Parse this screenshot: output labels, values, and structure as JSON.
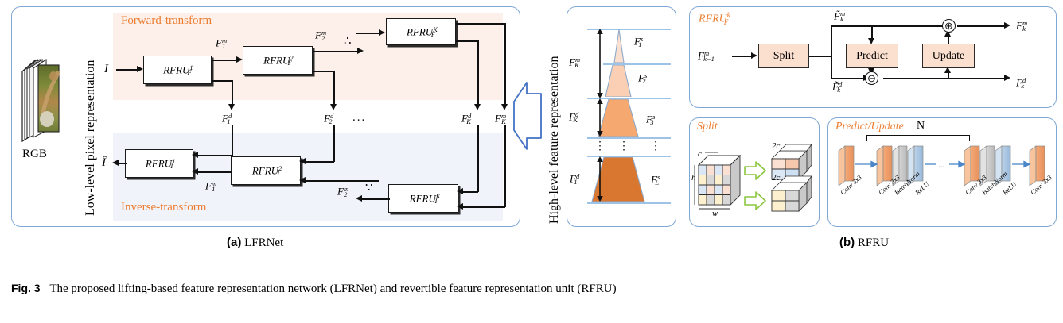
{
  "figure": {
    "caption_label": "Fig. 3",
    "caption_text": "The proposed lifting-based feature representation network (LFRNet) and revertible feature representation unit (RFRU)"
  },
  "subcaptions": {
    "a_tag": "(a)",
    "a_text": "LFRNet",
    "b_tag": "(b)",
    "b_text": "RFRU"
  },
  "panel_a": {
    "left_axis_label": "Low-level pixel  representation",
    "right_axis_label": "High-level feature representation",
    "rgb_label": "RGB",
    "zone_forward": "Forward-transform",
    "zone_inverse": "Inverse-transform",
    "input_symbol": "I",
    "output_symbol": "Î",
    "forward_units": [
      {
        "name": "RFRU",
        "sub": "F",
        "sup": "1"
      },
      {
        "name": "RFRU",
        "sub": "F",
        "sup": "2"
      },
      {
        "name": "RFRU",
        "sub": "F",
        "sup": "K"
      }
    ],
    "inverse_units": [
      {
        "name": "RFRU",
        "sub": "I",
        "sup": "1"
      },
      {
        "name": "RFRU",
        "sub": "I",
        "sup": "2"
      },
      {
        "name": "RFRU",
        "sub": "I",
        "sup": "K"
      }
    ],
    "signals": {
      "f1m": {
        "base": "F",
        "sub": "1",
        "sup": "m"
      },
      "f2m": {
        "base": "F",
        "sub": "2",
        "sup": "m"
      },
      "fKm": {
        "base": "F",
        "sub": "K",
        "sup": "m"
      },
      "f1d": {
        "base": "F",
        "sub": "1",
        "sup": "d"
      },
      "f2d": {
        "base": "F",
        "sub": "2",
        "sup": "d"
      },
      "fKd": {
        "base": "F",
        "sub": "K",
        "sup": "d"
      }
    },
    "ellipsis": "...",
    "diag_dots": "∴"
  },
  "pyramid": {
    "bands": [
      {
        "label_base": "F",
        "label_sub": "K",
        "label_sup": "m"
      },
      {
        "label_base": "F",
        "label_sub": "K",
        "label_sup": "d"
      },
      {
        "label_base": "F",
        "label_sub": "1",
        "label_sup": "d"
      }
    ],
    "shapes": [
      {
        "base": "F",
        "sub": "1",
        "sup": "s",
        "color": "#FBE0D0"
      },
      {
        "base": "F",
        "sub": "2",
        "sup": "s",
        "color": "#FBCFB3"
      },
      {
        "base": "F",
        "sub": "3",
        "sup": "s",
        "color": "#F6A871"
      },
      {
        "base": "F",
        "sub": "L",
        "sup": "s",
        "color": "#D9762F"
      }
    ],
    "vdots": "⋮"
  },
  "panel_rfru": {
    "title": {
      "base": "RFRU",
      "sub": "F",
      "sup": "k"
    },
    "input": {
      "base": "F",
      "sub": "k−1",
      "sup": "m"
    },
    "split_label": "Split",
    "predict_label": "Predict",
    "update_label": "Update",
    "tilde_fm": {
      "base": "F̃",
      "sub": "k",
      "sup": "m"
    },
    "tilde_fd": {
      "base": "F̃",
      "sub": "k",
      "sup": "d"
    },
    "out_fm": {
      "base": "F",
      "sub": "k",
      "sup": "m"
    },
    "out_fd": {
      "base": "F",
      "sub": "k",
      "sup": "d"
    },
    "op_plus": "⊕",
    "op_minus": "⊖"
  },
  "panel_split": {
    "title": "Split",
    "dim_c": "c",
    "dim_h": "h",
    "dim_w": "w",
    "out_top": "2c",
    "out_bottom": "2c"
  },
  "panel_predict": {
    "title": "Predict/Update",
    "repeat_symbol": "N",
    "layers_first": [
      "Conv 3x3"
    ],
    "layers_block": [
      "Conv 3x3",
      "BatchNorm",
      "ReLU"
    ],
    "layers_block2": [
      "Conv 3x3",
      "BatchNorm",
      "ReLU"
    ],
    "layers_last": [
      "Conv 3x3"
    ],
    "ellipsis": "..."
  },
  "colors": {
    "accent_orange": "#ED7D31",
    "panel_border": "#7FA7D4",
    "zone_forward": "#FDF0EA",
    "zone_inverse": "#F1F3FA",
    "box_fill": "#FBE0D0",
    "blue_rule": "#9DC3E6",
    "green_arrow": "#8CC63E",
    "flow_blue": "#4A86C8"
  }
}
